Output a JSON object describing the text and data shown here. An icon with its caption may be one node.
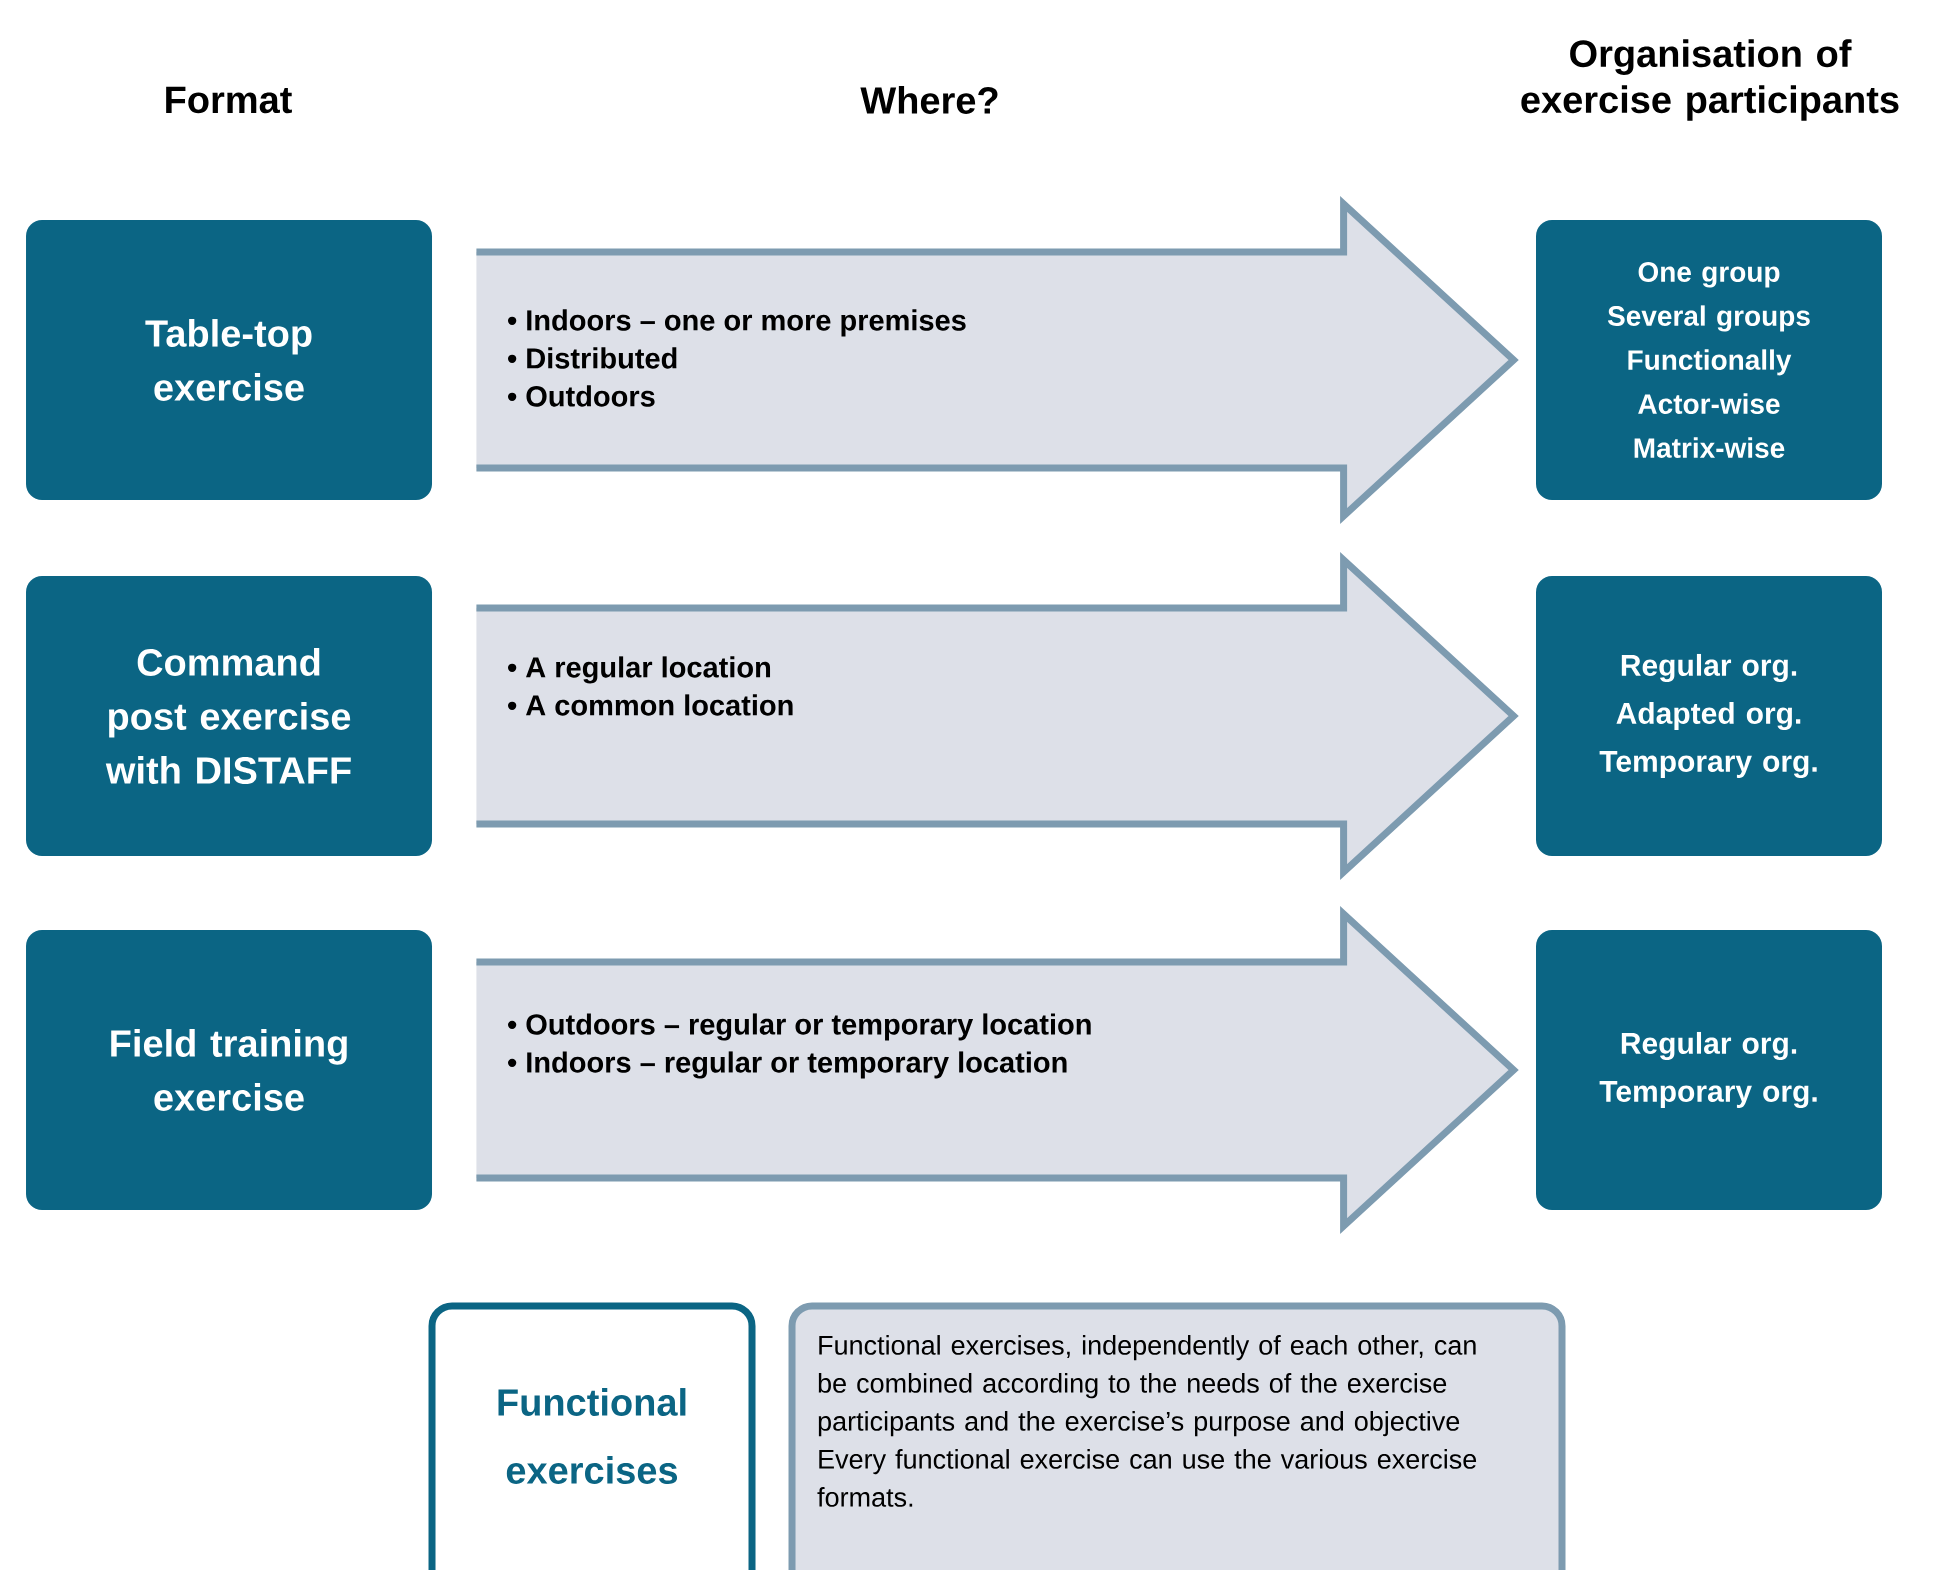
{
  "diagram": {
    "nodes": [
      {
        "text": [
          "Table-top exercise"
        ]
      },
      {
        "text": [
          "• Indoors – one or more premises",
          "• Distributed",
          "• Outdoors"
        ]
      },
      {
        "text": [
          "One group",
          "Several groups",
          "Functionally",
          "Actor-wise",
          "Matrix-wise"
        ]
      },
      {
        "text": [
          "Command post exercise with DISTAFF"
        ]
      },
      {
        "text": [
          "• A regular location",
          "• A common location"
        ]
      },
      {
        "text": [
          "Regular org.",
          "Adapted org.",
          "Temporary org."
        ]
      },
      {
        "text": [
          "Field training exercise"
        ]
      },
      {
        "text": [
          "• Outdoors – regular or temporary location",
          "• Indoors – regular or temporary location"
        ]
      },
      {
        "text": [
          "Regular org.",
          "Temporary org."
        ]
      },
      {
        "text": [
          "Functional exercises"
        ]
      },
      {
        "text": [
          "Functional exercises, independently of each other, can be combined according to the needs of the exercise participants and the exercise’s purpose and objective Every functional exercise can use the various exercise formats."
        ]
      }
    ],
    "edges": [
      {
        "from": 0,
        "to": 2,
        "arrow": "to",
        "style": "thick"
      },
      {
        "from": 3,
        "to": 5,
        "arrow": "to",
        "style": "thick"
      },
      {
        "from": 6,
        "to": 8,
        "arrow": "to",
        "style": "thick"
      }
    ],
    "labels": [
      "Format",
      "Where?",
      "Organisation of exercise participants"
    ]
  }
}
